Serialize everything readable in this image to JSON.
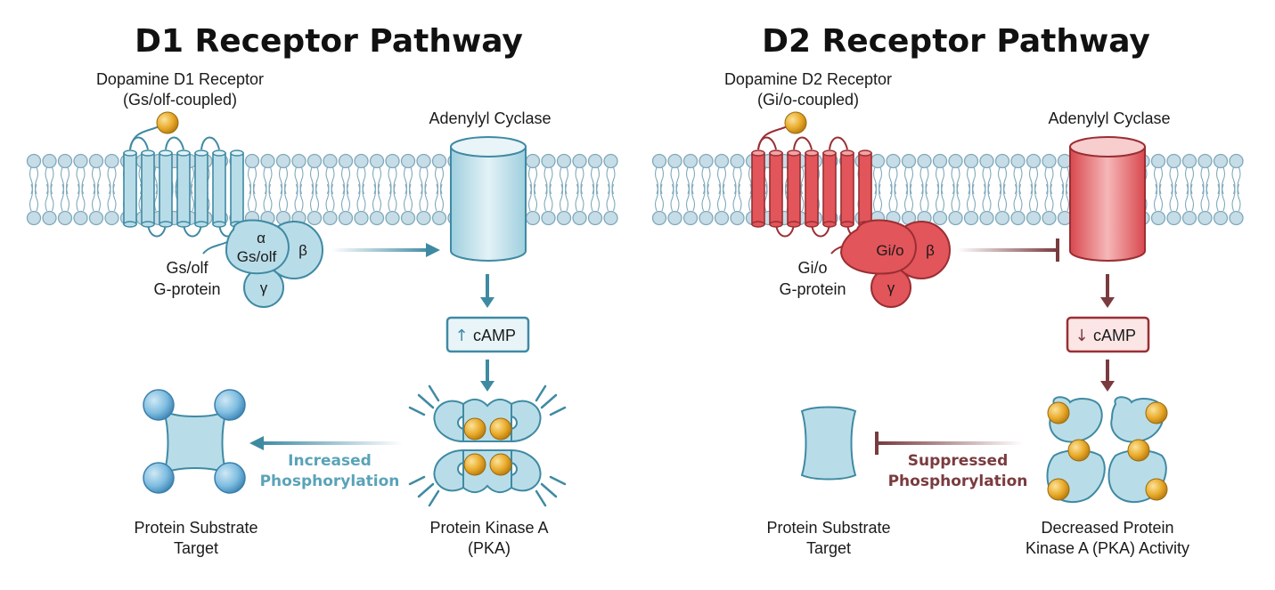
{
  "colors": {
    "teal_fill": "#b9dde8",
    "teal_stroke": "#3f8aa3",
    "red_fill": "#e2555a",
    "red_stroke": "#9a2e33",
    "gold": "#e8a928",
    "membrane": "#c6dce6",
    "teal_arrow": "#3f8aa3",
    "maroon_arrow": "#7a3b3f"
  },
  "d1": {
    "title": "D1 Receptor Pathway",
    "receptor_line1": "Dopamine D1 Receptor",
    "receptor_line2": "(Gs/olf-coupled)",
    "cyclase": "Adenylyl Cyclase",
    "alpha": "α",
    "alpha_sub": "Gs/olf",
    "beta": "β",
    "gamma": "γ",
    "gprotein_line1": "Gs/olf",
    "gprotein_line2": "G-protein",
    "camp_arrow": "↑",
    "camp": "cAMP",
    "phos_line1": "Increased",
    "phos_line2": "Phosphorylation",
    "pka_line1": "Protein Kinase A",
    "pka_line2": "(PKA)",
    "substrate_line1": "Protein Substrate",
    "substrate_line2": "Target"
  },
  "d2": {
    "title": "D2 Receptor Pathway",
    "receptor_line1": "Dopamine D2 Receptor",
    "receptor_line2": "(Gi/o-coupled)",
    "cyclase": "Adenylyl Cyclase",
    "alpha_sub": "Gi/o",
    "beta": "β",
    "gamma": "γ",
    "gprotein_line1": "Gi/o",
    "gprotein_line2": "G-protein",
    "camp_arrow": "↓",
    "camp": "cAMP",
    "phos_line1": "Suppressed",
    "phos_line2": "Phosphorylation",
    "pka_line1": "Decreased Protein",
    "pka_line2": "Kinase A (PKA) Activity",
    "substrate_line1": "Protein Substrate",
    "substrate_line2": "Target"
  }
}
